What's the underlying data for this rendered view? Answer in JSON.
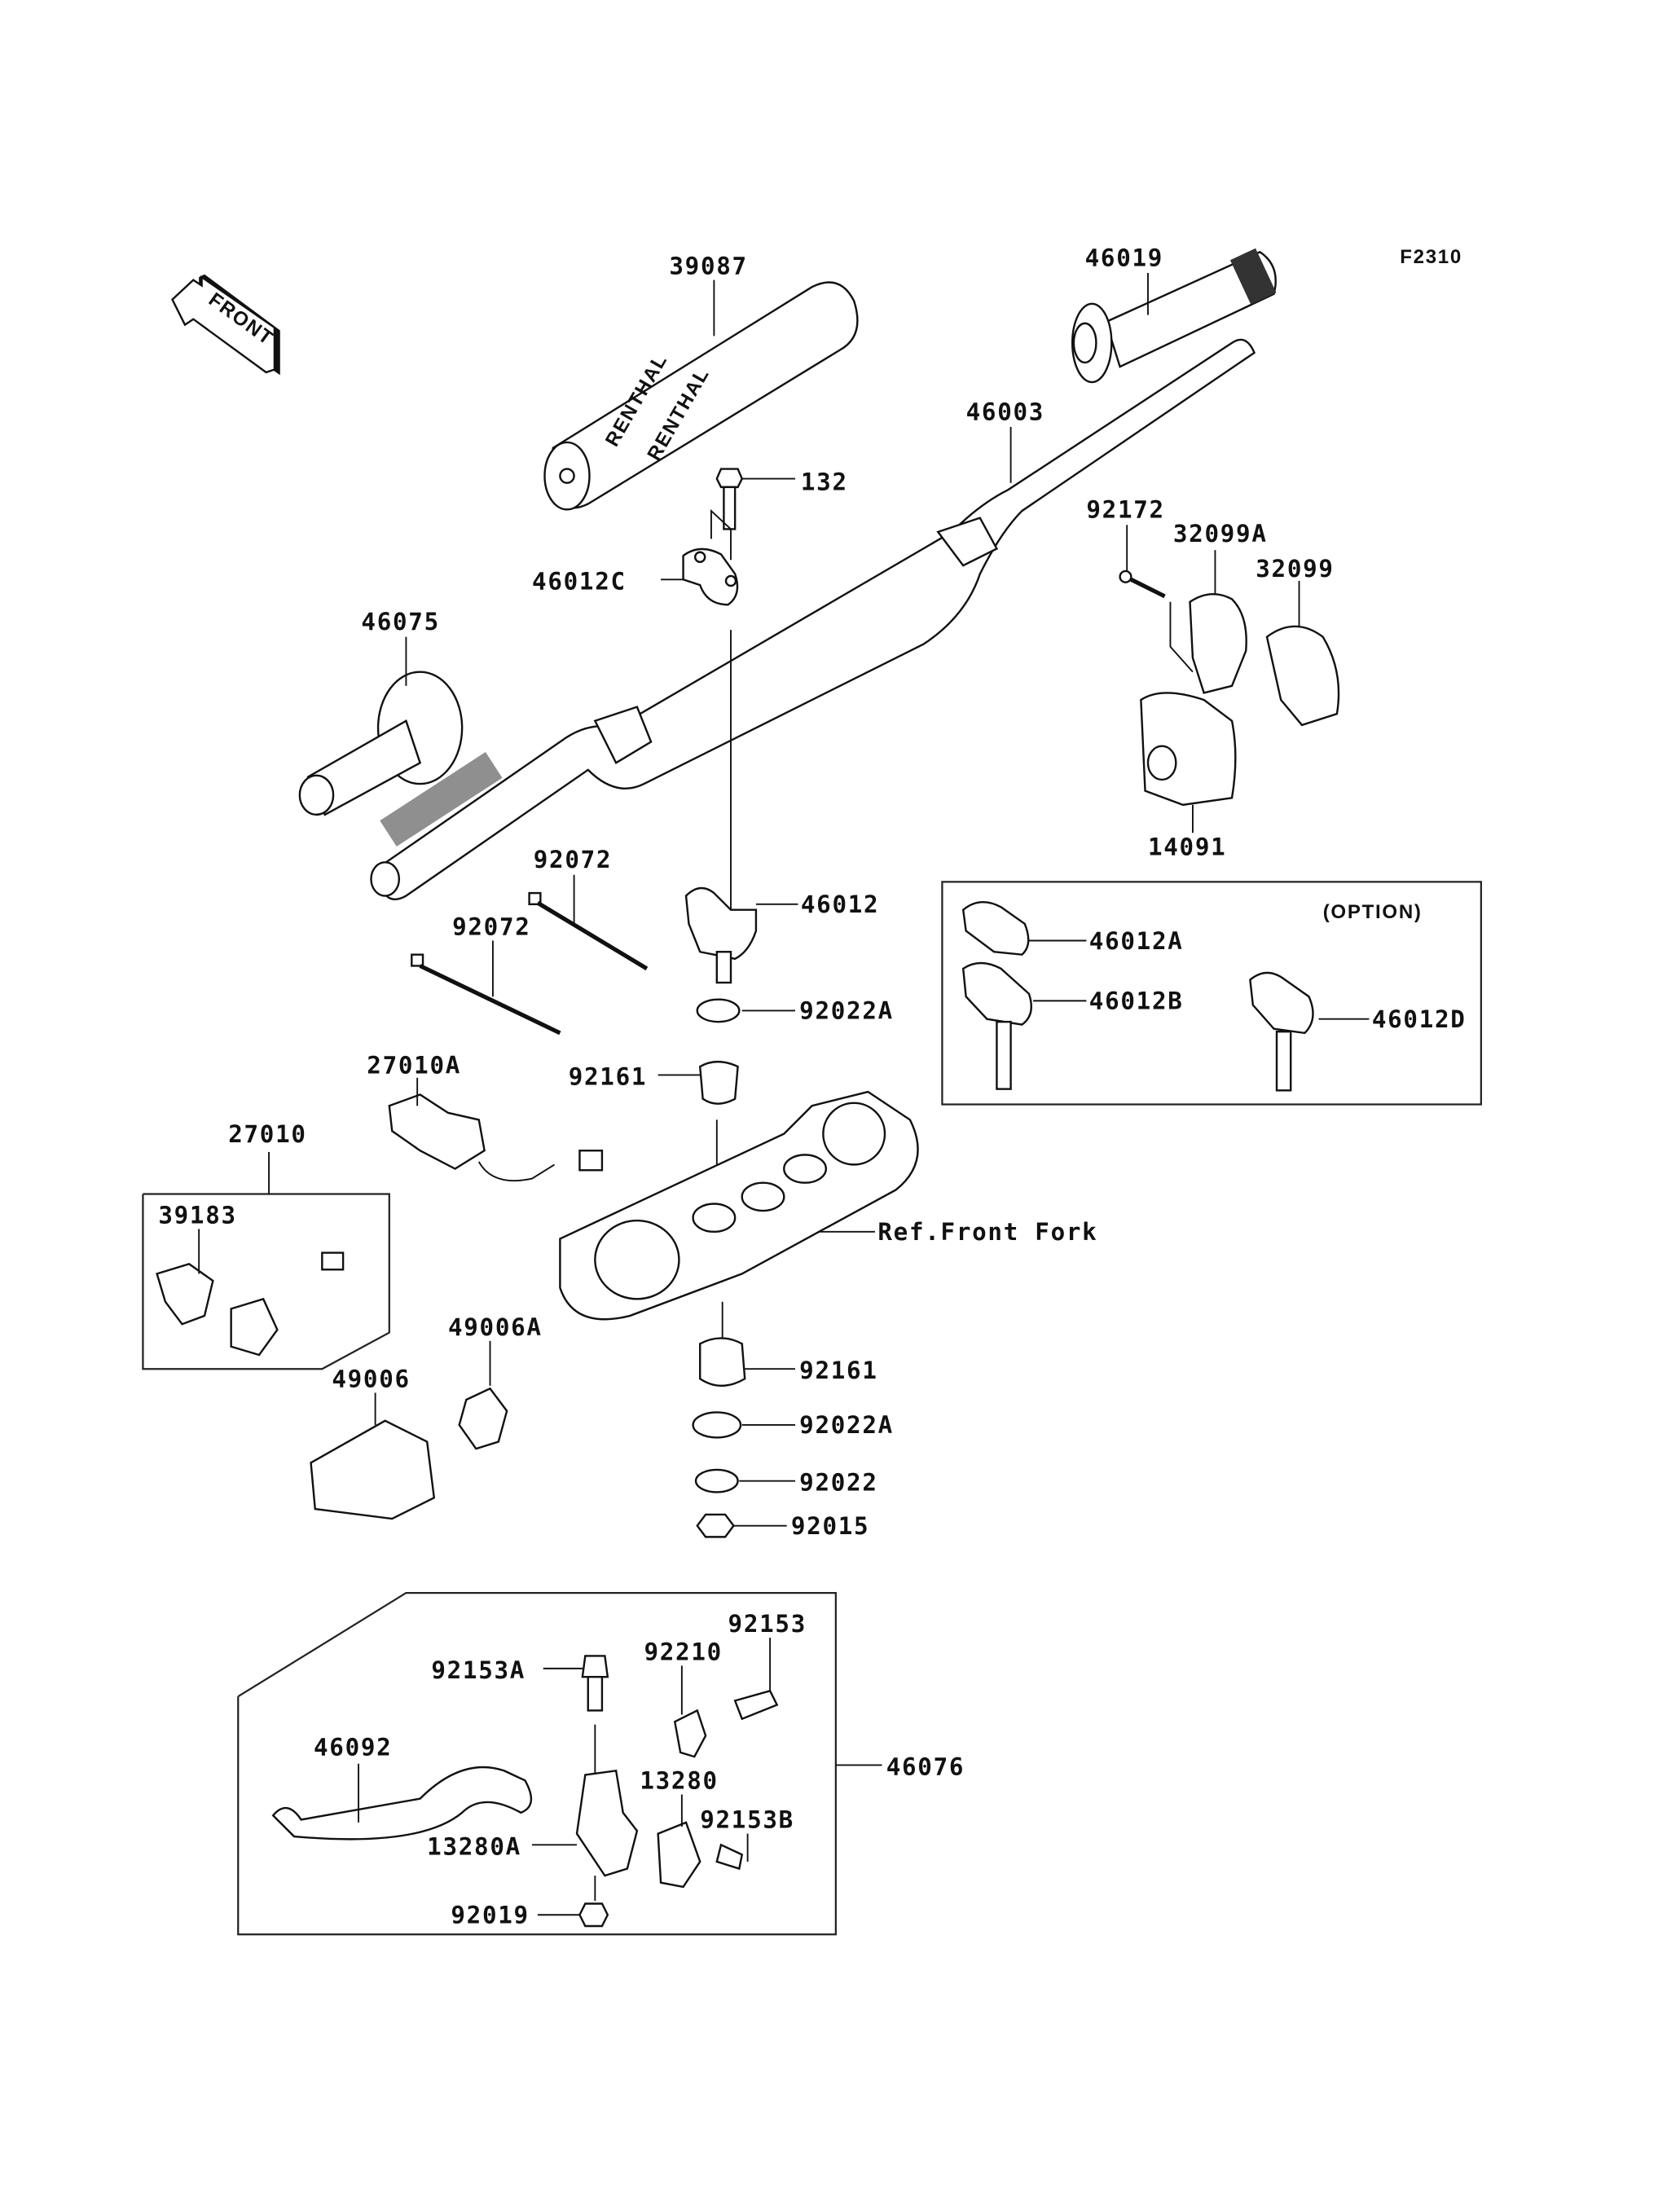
{
  "figure_code": "F2310",
  "front_indicator": "FRONT",
  "option_box_title": "(OPTION)",
  "brand_text": "RENTHAL",
  "reference_label": "Ref.Front Fork",
  "parts": {
    "p39087": "39087",
    "p46019": "46019",
    "p46003": "46003",
    "p132": "132",
    "p46012C": "46012C",
    "p92172": "92172",
    "p32099A": "32099A",
    "p32099": "32099",
    "p46075": "46075",
    "p14091": "14091",
    "p92072a": "92072",
    "p92072b": "92072",
    "p46012": "46012",
    "p92022A_top": "92022A",
    "p46012A": "46012A",
    "p46012B": "46012B",
    "p46012D": "46012D",
    "p27010A": "27010A",
    "p92161_top": "92161",
    "p27010": "27010",
    "p39183": "39183",
    "p49006A": "49006A",
    "p49006": "49006",
    "p92161_bot": "92161",
    "p92022A_bot": "92022A",
    "p92022": "92022",
    "p92015": "92015",
    "p92153": "92153",
    "p92153A": "92153A",
    "p92210": "92210",
    "p46092": "46092",
    "p46076": "46076",
    "p13280": "13280",
    "p92153B": "92153B",
    "p13280A": "13280A",
    "p92019": "92019"
  }
}
